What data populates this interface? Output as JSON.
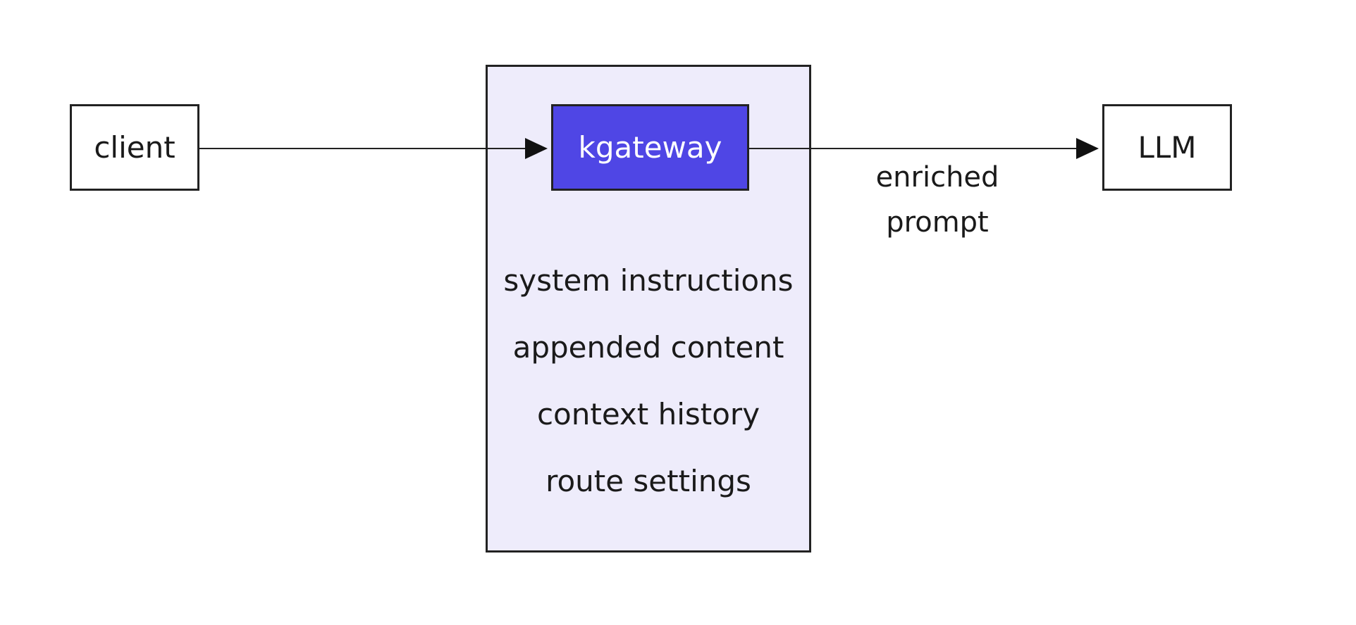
{
  "diagram": {
    "nodes": {
      "client": {
        "label": "client"
      },
      "gateway": {
        "label": "kgateway"
      },
      "llm": {
        "label": "LLM"
      }
    },
    "gateway_items": [
      "system instructions",
      "appended content",
      "context history",
      "route settings"
    ],
    "edges": {
      "client_to_gateway": {
        "label": ""
      },
      "gateway_to_llm": {
        "label_line1": "enriched",
        "label_line2": "prompt"
      }
    }
  },
  "colors": {
    "line": "#222222",
    "gateway_fill": "#4f46e5",
    "group_fill": "#eeecfb",
    "node_fill": "#ffffff"
  }
}
